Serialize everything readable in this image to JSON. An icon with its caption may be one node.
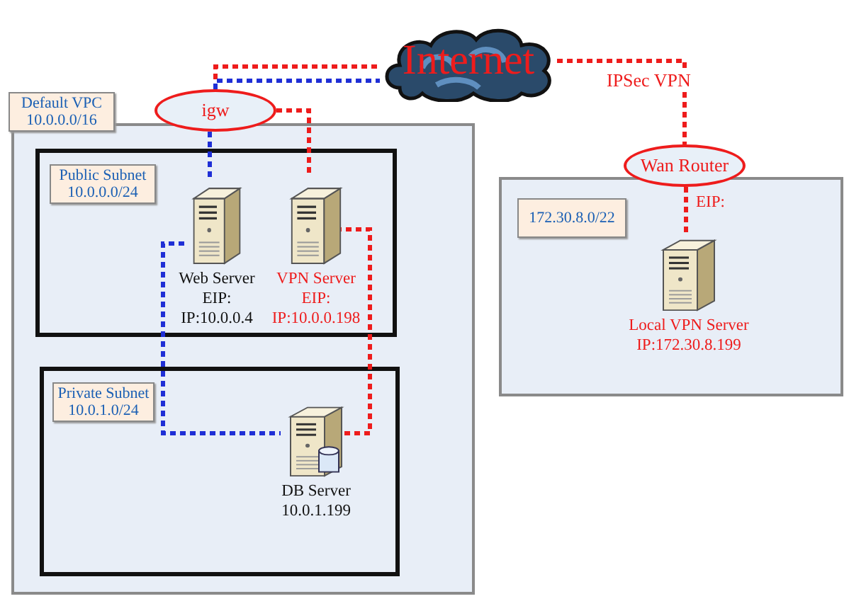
{
  "diagram": {
    "nodes": [
      {
        "text": [
          "Internet"
        ]
      },
      {
        "text": [
          "Default VPC 10.0.0.0/16"
        ]
      },
      {
        "text": [
          "igw"
        ]
      },
      {
        "text": [
          "Public Subnet 10.0.0.0/24"
        ],
        "in": 1
      },
      {
        "text": [
          "Web Server",
          "EIP:",
          "IP:10.0.0.4"
        ],
        "in": 3
      },
      {
        "text": [
          "VPN Server",
          "EIP:",
          "IP:10.0.0.198"
        ],
        "in": 3
      },
      {
        "text": [
          "Private Subnet 10.0.1.0/24"
        ],
        "in": 1
      },
      {
        "text": [
          "DB Server",
          "10.0.1.199"
        ],
        "in": 6
      },
      {
        "text": [
          "Wan Router"
        ]
      },
      {
        "text": [
          "172.30.8.0/22"
        ]
      },
      {
        "text": [
          "Local VPN Server",
          "IP:172.30.8.199"
        ],
        "in": 9
      }
    ],
    "edges": [
      {
        "from": 2,
        "to": 0,
        "arrow": "none",
        "style": "dashed",
        "color": "#ee1c1c"
      },
      {
        "from": 2,
        "to": 0,
        "arrow": "none",
        "style": "dashed",
        "color": "#1f2fd6"
      },
      {
        "from": 2,
        "to": 5,
        "arrow": "none",
        "style": "dashed",
        "color": "#ee1c1c"
      },
      {
        "from": 2,
        "to": 4,
        "arrow": "none",
        "style": "dashed",
        "color": "#1f2fd6"
      },
      {
        "from": 4,
        "to": 7,
        "arrow": "none",
        "style": "dashed",
        "color": "#1f2fd6"
      },
      {
        "from": 5,
        "to": 7,
        "arrow": "none",
        "style": "dashed",
        "color": "#ee1c1c"
      },
      {
        "from": 0,
        "to": 8,
        "label": "IPSec VPN",
        "arrow": "none",
        "style": "dashed",
        "color": "#ee1c1c"
      },
      {
        "from": 8,
        "to": 10,
        "arrow": "none",
        "style": "dashed",
        "color": "#ee1c1c"
      }
    ],
    "labels": [
      "EIP:"
    ]
  }
}
